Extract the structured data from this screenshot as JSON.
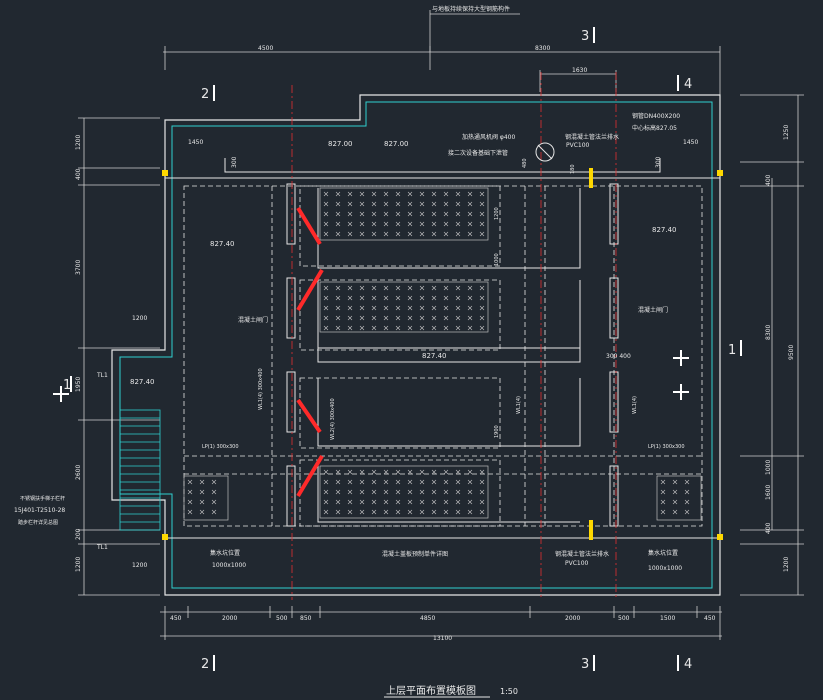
{
  "title": "上层平面布置模板图",
  "scale": "1:50",
  "top_note": "与地板持续保持大型钢筋构件",
  "axes": {
    "a2": "2",
    "a3": "3",
    "a4": "4",
    "a1": "1"
  },
  "top_dims": [
    "4500",
    "8300",
    "1630"
  ],
  "bottom_dims": [
    "450",
    "2000",
    "500",
    "850",
    "4850",
    "2000",
    "500",
    "1500",
    "450",
    "13100"
  ],
  "bottom_dim_extra": "1200",
  "left_dims": [
    "1200",
    "400",
    "3700",
    "1950",
    "2600",
    "200",
    "1200"
  ],
  "left_small": [
    "1450",
    "300",
    "1200"
  ],
  "right_dims": [
    "1250",
    "400",
    "8300",
    "9500",
    "400",
    "1600",
    "1000",
    "1200"
  ],
  "right_small": [
    "1450",
    "300"
  ],
  "elevations": [
    "827.00",
    "827.00",
    "827.40",
    "827.40",
    "827.40",
    "827.40",
    "300 400"
  ],
  "labels": {
    "pipe_top": "钢管DN400X200",
    "pipe_elev": "中心标高827.05",
    "valve_top": "加热通风机阀 φ400",
    "pipe_note": "接二次设备基础下泄管",
    "pvc_top": "PVC100",
    "pvc_note_top": "钢混凝土管法兰排水",
    "pvc_bot": "PVC100",
    "pvc_note_bot": "钢混凝土管法兰排水",
    "gate_left": "混凝土闸门",
    "gate_right": "混凝土闸门",
    "tl1_a": "TL1",
    "tl1_b": "TL1",
    "stair_note_1": "不锈钢扶手梯子栏杆",
    "stair_note_2": "15J401-T2510-28",
    "stair_note_3": "踏步栏杆详见总图",
    "pit_left": "1000x1000",
    "pit_left_title": "集水坑位置",
    "pit_right": "1000x1000",
    "pit_right_title": "集水坑位置",
    "grate": "混凝土盖板预制单件详图",
    "lp_left": "LP(1) 300x300",
    "lp_right": "LP(1) 300x300",
    "wal_left": "WL1(4) 300x400",
    "wal_mid": "WL2(4) 300x400",
    "wal_mid2": "WL1(4)",
    "wal_right": "WL1(4)",
    "dim_1200": "1200",
    "dim_1000": "1000",
    "dim_1900": "1900",
    "dim_480": "480",
    "dim_180": "180"
  }
}
